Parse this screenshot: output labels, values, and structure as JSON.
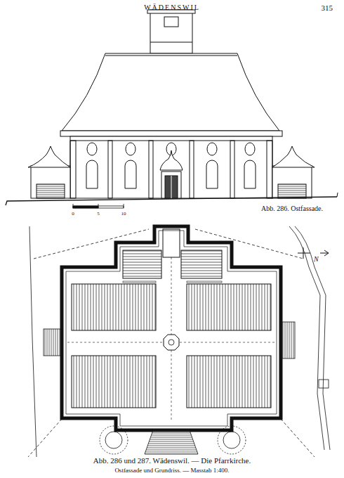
{
  "diagram": {
    "title": "WÄDENSWIL",
    "caption": "Abb. 286 und 287. Wädenswil. — Die Pfarrkirche.",
    "labels": [
      "315",
      "Abb. 286. Ostfassade.",
      "0",
      "5",
      "10",
      "N",
      "Ostfassade und Grundriss. — Masstab 1:400."
    ]
  }
}
